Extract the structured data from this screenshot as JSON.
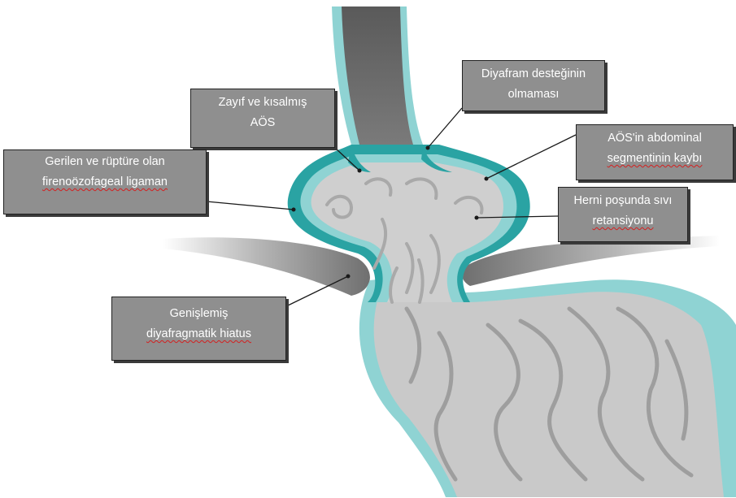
{
  "colors": {
    "accent_teal": "#2aa3a3",
    "light_teal": "#8fd3d3",
    "label_fill": "#8f8f8f",
    "spellcheck_underline": "#d42020"
  },
  "labels": {
    "weak_les": {
      "line1": "Zayıf ve kısalmış",
      "line2": "AÖS"
    },
    "no_diaphragm_support": {
      "line1": "Diyafram desteğinin",
      "line2": "olmaması"
    },
    "abdominal_segment_loss": {
      "line1": "AÖS'in abdominal",
      "line2": "segmentinin kaybı"
    },
    "ligament": {
      "line1": "Gerilen ve rüptüre olan",
      "line2": "firenoözofageal ligaman"
    },
    "fluid_retention": {
      "line1": "Herni poşunda sıvı",
      "line2": "retansiyonu"
    },
    "hiatus": {
      "line1": "Genişlemiş",
      "line2": "diyafragmatik hiatus"
    }
  }
}
